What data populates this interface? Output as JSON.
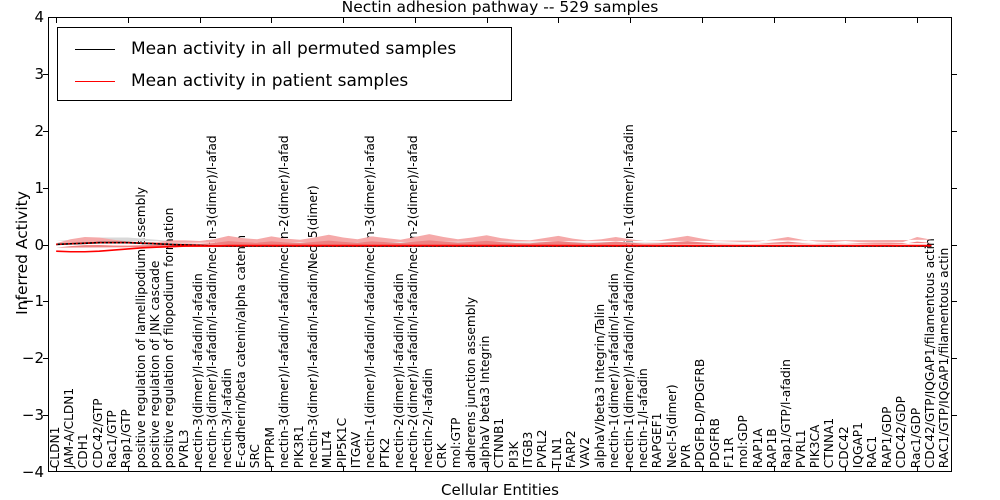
{
  "chart_data": {
    "type": "line",
    "title": "Nectin adhesion pathway -- 529 samples",
    "xlabel": "Cellular Entities",
    "ylabel": "Inferred Activity",
    "ylim": [
      -4,
      4
    ],
    "yticks": [
      -4,
      -3,
      -2,
      -1,
      0,
      1,
      2,
      3,
      4
    ],
    "grid": false,
    "legend_position": "upper left",
    "series": [
      {
        "name": "Mean activity in all permuted samples",
        "color": "#000000",
        "style": "solid",
        "values": [
          0.02,
          0.03,
          0.04,
          0.05,
          0.05,
          0.05,
          0.04,
          0.03,
          0.02,
          0.01,
          0.0,
          -0.01,
          -0.01,
          -0.01,
          -0.01,
          -0.01,
          -0.01,
          -0.01,
          -0.01,
          -0.01,
          -0.01,
          -0.01,
          -0.01,
          -0.01,
          -0.01,
          -0.01,
          -0.01,
          -0.01,
          -0.01,
          -0.01,
          -0.01,
          -0.01,
          -0.01,
          -0.01,
          -0.01,
          -0.01,
          -0.01,
          -0.01,
          -0.01,
          -0.01,
          -0.01,
          -0.01,
          -0.01,
          -0.01,
          -0.01,
          -0.01,
          -0.01,
          -0.01,
          -0.01,
          -0.01,
          -0.01,
          -0.01,
          -0.01,
          -0.01,
          -0.01,
          -0.01,
          -0.01,
          -0.01,
          -0.01,
          -0.01,
          -0.01,
          -0.01
        ]
      },
      {
        "name": "Mean activity in patient samples",
        "color": "#ff0000",
        "style": "dotted",
        "values": [
          -0.1,
          -0.11,
          -0.11,
          -0.1,
          -0.08,
          -0.06,
          -0.04,
          -0.03,
          -0.02,
          -0.01,
          -0.01,
          -0.01,
          0.0,
          0.0,
          0.0,
          0.0,
          0.0,
          0.0,
          0.0,
          0.0,
          0.0,
          0.0,
          0.0,
          0.0,
          0.0,
          0.0,
          0.0,
          0.0,
          0.0,
          0.0,
          0.0,
          0.0,
          0.0,
          0.0,
          0.0,
          0.0,
          0.0,
          0.0,
          0.0,
          0.0,
          0.0,
          0.0,
          0.0,
          0.0,
          0.0,
          0.0,
          0.0,
          0.0,
          0.0,
          0.0,
          0.0,
          0.0,
          0.0,
          0.0,
          0.0,
          0.0,
          0.0,
          0.0,
          0.0,
          0.0,
          0.0,
          0.0
        ]
      }
    ],
    "bands": {
      "permuted_band_color": "#d9d9d9",
      "patient_band_outer_color": "#f5a9a9",
      "patient_band_inner_color": "#ef8181",
      "permuted_halfwidth": [
        0.06,
        0.07,
        0.08,
        0.09,
        0.09,
        0.09,
        0.08,
        0.07,
        0.06,
        0.06,
        0.06,
        0.06,
        0.06,
        0.06,
        0.06,
        0.06,
        0.06,
        0.06,
        0.06,
        0.06,
        0.06,
        0.06,
        0.06,
        0.06,
        0.06,
        0.06,
        0.06,
        0.06,
        0.06,
        0.06,
        0.06,
        0.06,
        0.06,
        0.06,
        0.06,
        0.06,
        0.06,
        0.06,
        0.06,
        0.06,
        0.06,
        0.06,
        0.06,
        0.06,
        0.06,
        0.06,
        0.06,
        0.06,
        0.06,
        0.06,
        0.06,
        0.06,
        0.06,
        0.06,
        0.06,
        0.06,
        0.06,
        0.06,
        0.06,
        0.06,
        0.06,
        0.06
      ],
      "patient_halfwidth": [
        0.14,
        0.22,
        0.26,
        0.24,
        0.18,
        0.13,
        0.1,
        0.09,
        0.11,
        0.1,
        0.09,
        0.12,
        0.17,
        0.13,
        0.11,
        0.16,
        0.12,
        0.1,
        0.14,
        0.19,
        0.14,
        0.11,
        0.16,
        0.13,
        0.1,
        0.15,
        0.2,
        0.15,
        0.11,
        0.14,
        0.18,
        0.13,
        0.1,
        0.09,
        0.13,
        0.17,
        0.12,
        0.09,
        0.11,
        0.15,
        0.11,
        0.08,
        0.09,
        0.13,
        0.17,
        0.12,
        0.08,
        0.07,
        0.06,
        0.07,
        0.11,
        0.15,
        0.1,
        0.07,
        0.06,
        0.08,
        0.06,
        0.05,
        0.05,
        0.06,
        0.15,
        0.1
      ]
    },
    "categories": [
      "CLDN1",
      "JAM-A/CLDN1",
      "CDH1",
      "CDC42/GTP",
      "Rac1/GTP",
      "Rap1/GTP",
      "positive regulation of lamellipodium assembly",
      "positive regulation of JNK cascade",
      "positive regulation of filopodium formation",
      "PVRL3",
      "nectin-3(dimer)/l-afadin/l-afadin",
      "nectin-3(dimer)/l-afadin/l-afadin/nectin-3(dimer)/l-afad",
      "nectin-3/l-afadin",
      "E-cadherin/beta catenin/alpha catenin",
      "SRC",
      "PTPRM",
      "nectin-3(dimer)/l-afadin/l-afadin/nectin-2(dimer)/l-afad",
      "PIK3R1",
      "nectin-3(dimer)/l-afadin/l-afadin/Necl-5(dimer)",
      "MLLT4",
      "PIP5K1C",
      "ITGAV",
      "nectin-1(dimer)/l-afadin/l-afadin/nectin-3(dimer)/l-afad",
      "PTK2",
      "nectin-2(dimer)/l-afadin/l-afadin",
      "nectin-2(dimer)/l-afadin/l-afadin/nectin-2(dimer)/l-afad",
      "nectin-2/l-afadin",
      "CRK",
      "mol:GTP",
      "adherens junction assembly",
      "alphaV beta3 Integrin",
      "CTNNB1",
      "PI3K",
      "ITGB3",
      "PVRL2",
      "TLN1",
      "FARP2",
      "VAV2",
      "alphaV/beta3 Integrin/Talin",
      "nectin-1(dimer)/l-afadin/l-afadin",
      "nectin-1(dimer)/l-afadin/l-afadin/nectin-1(dimer)/l-afadin",
      "nectin-1/l-afadin",
      "RAPGEF1",
      "Necl-5(dimer)",
      "PVR",
      "PDGFB-D/PDGFRB",
      "PDGFRB",
      "F11R",
      "mol:GDP",
      "RAP1A",
      "RAP1B",
      "Rap1/GTP/l-afadin",
      "PVRL1",
      "PIK3CA",
      "CTNNA1",
      "CDC42",
      "IQGAP1",
      "RAC1",
      "RAP1/GDP",
      "CDC42/GDP",
      "Rac1/GDP",
      "CDC42/GTP/IQGAP1/filamentous actin",
      "RAC1/GTP/IQGAP1/filamentous actin"
    ]
  }
}
